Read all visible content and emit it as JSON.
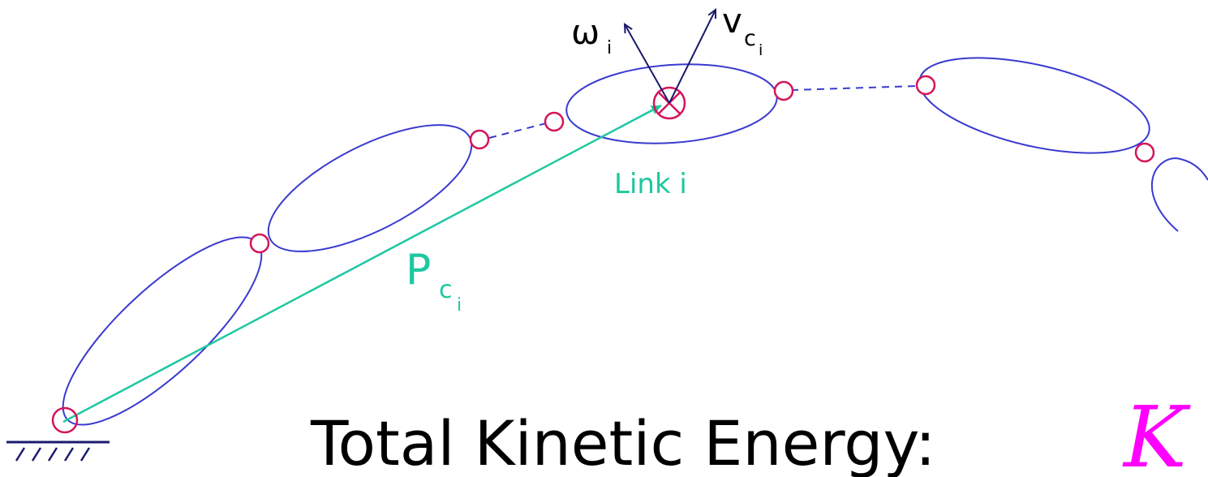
{
  "labels": {
    "omega": "ω",
    "omega_sub": "i",
    "v": "v",
    "v_sub": "c",
    "v_subsub": "i",
    "link": "Link i",
    "p": "P",
    "p_sub": "c",
    "p_subsub": "i"
  },
  "title": {
    "text": "Total Kinetic Energy:",
    "symbol": "K"
  },
  "colors": {
    "link_outline": "#3a3ad0",
    "joint": "#d4145a",
    "arrow_dark": "#1a1a6e",
    "position_vector": "#1ec8a0",
    "symbol": "#ff00ff",
    "text": "#000000"
  }
}
